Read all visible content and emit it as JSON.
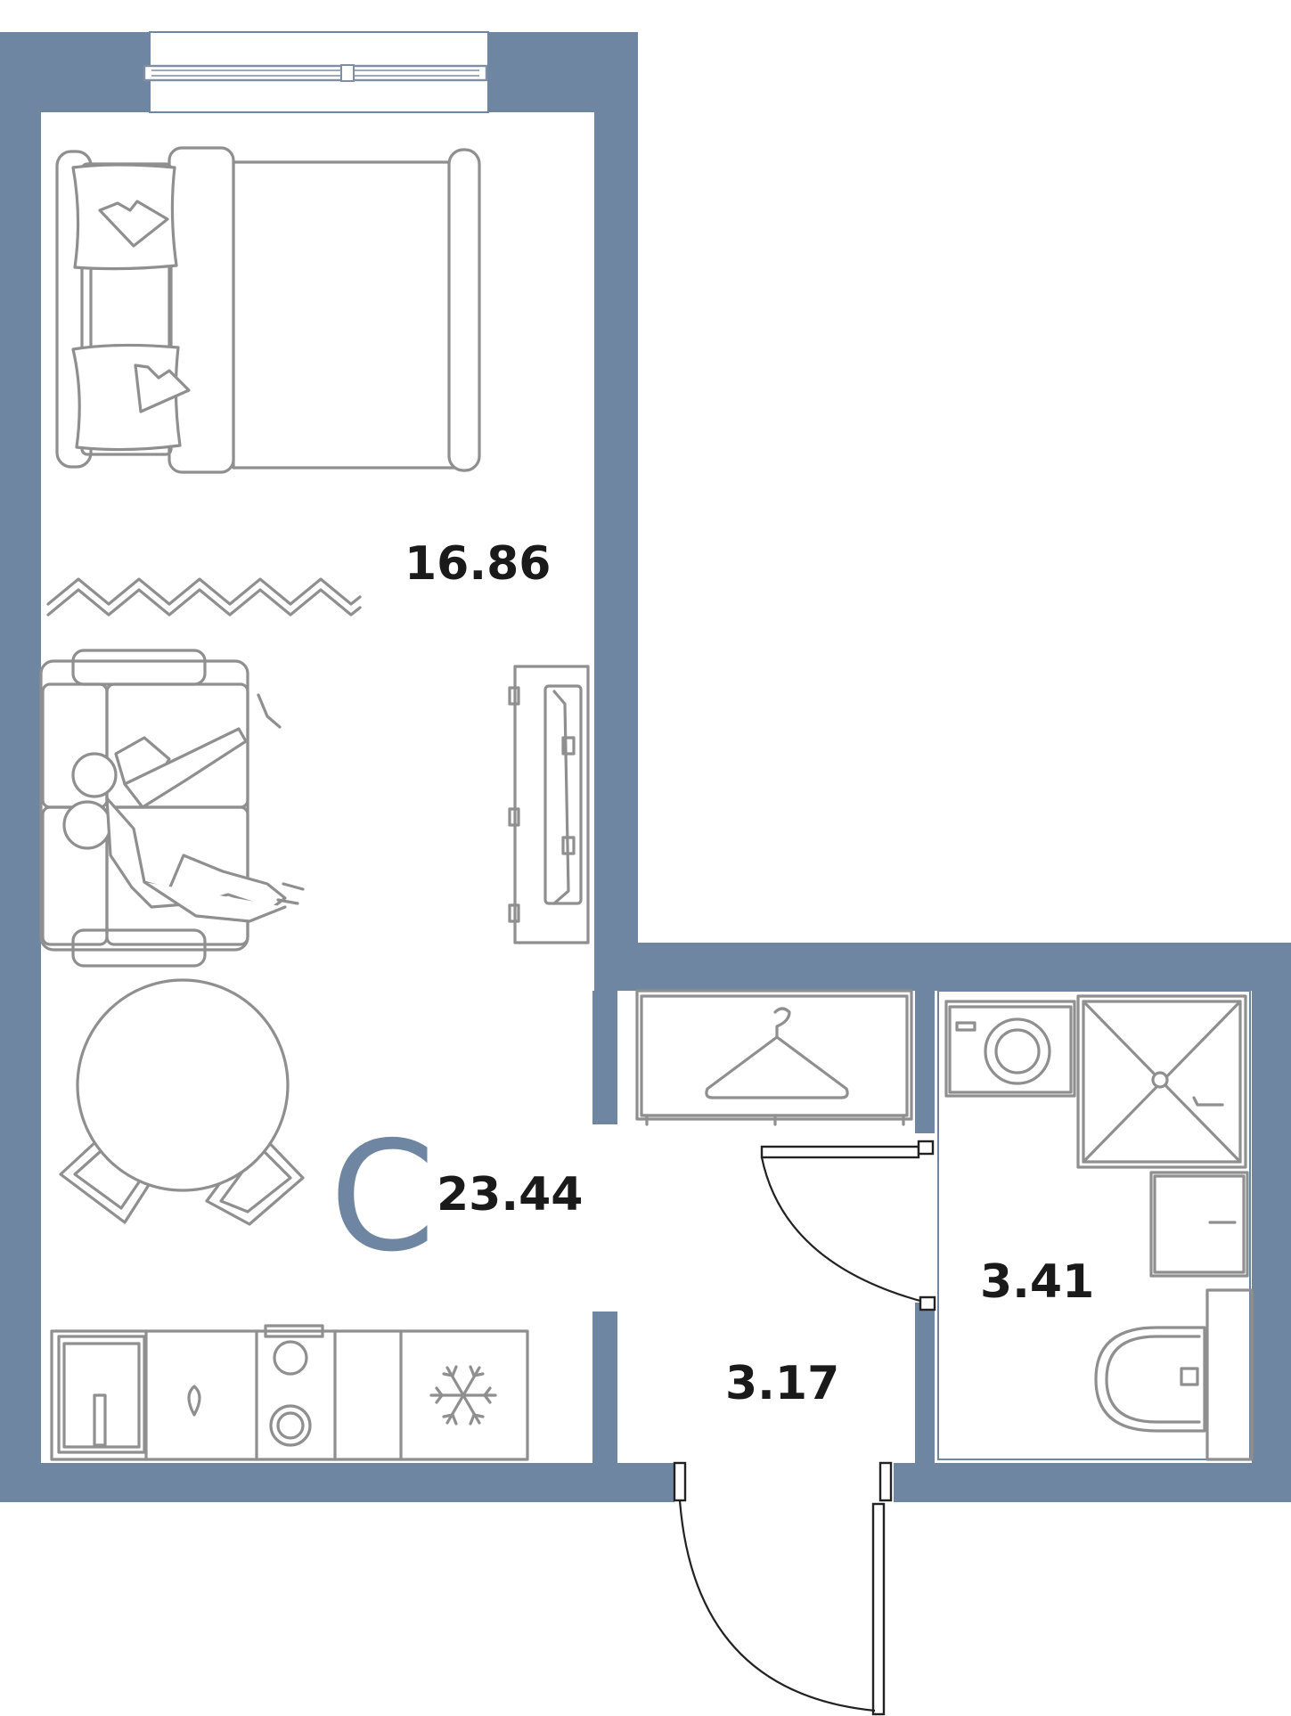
{
  "plan": {
    "apartment_type": "С",
    "total_area": "23.44",
    "rooms": [
      {
        "id": "living-room",
        "area": "16.86"
      },
      {
        "id": "bathroom",
        "area": "3.41"
      },
      {
        "id": "hallway",
        "area": "3.17"
      }
    ],
    "colors": {
      "wall": "#6f86a2",
      "furniture": "#8f8f8f",
      "door": "#222222",
      "text": "#1a1a1a"
    }
  }
}
